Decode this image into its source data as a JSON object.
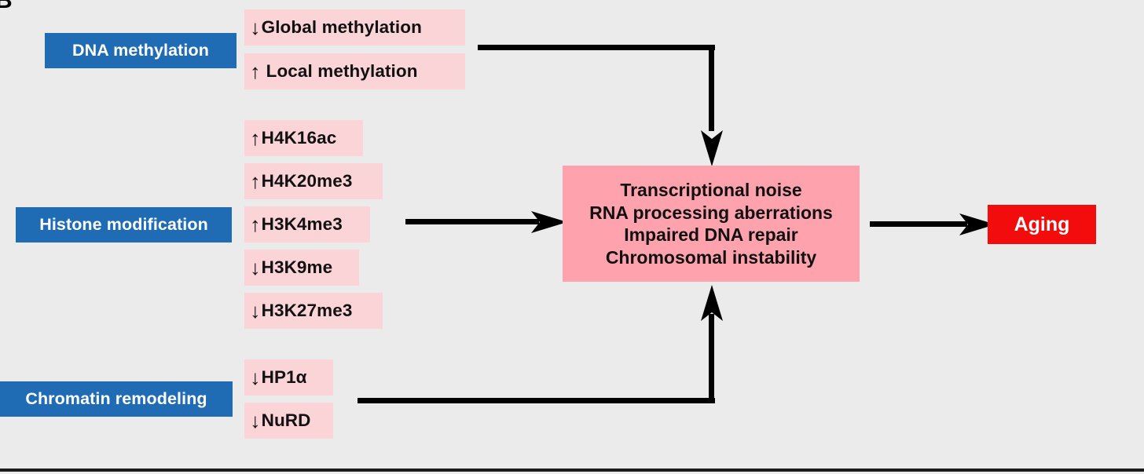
{
  "figure": {
    "panel_letter": "B",
    "background_color": "#ebebeb"
  },
  "colors": {
    "category_blue": "#1f6cb4",
    "chip_pink": "#fad4d7",
    "outcome_pink": "#fea3ad",
    "aging_red": "#f20c0c",
    "connector_black": "#000000",
    "text_dark": "#111111",
    "text_light": "#ffffff"
  },
  "categories": [
    {
      "label": "DNA methylation",
      "marks": [
        {
          "direction": "↓",
          "direction_name": "down-arrow",
          "text": "Global methylation"
        },
        {
          "direction": "↑",
          "direction_name": "up-arrow",
          "text": "Local methylation"
        }
      ]
    },
    {
      "label": "Histone modification",
      "marks": [
        {
          "direction": "↑",
          "direction_name": "up-arrow",
          "text": "H4K16ac"
        },
        {
          "direction": "↑",
          "direction_name": "up-arrow",
          "text": "H4K20me3"
        },
        {
          "direction": "↑",
          "direction_name": "up-arrow",
          "text": "H3K4me3"
        },
        {
          "direction": "↓",
          "direction_name": "down-arrow",
          "text": "H3K9me"
        },
        {
          "direction": "↓",
          "direction_name": "down-arrow",
          "text": "H3K27me3"
        }
      ]
    },
    {
      "label": "Chromatin remodeling",
      "marks": [
        {
          "direction": "↓",
          "direction_name": "down-arrow",
          "text": "HP1α"
        },
        {
          "direction": "↓",
          "direction_name": "down-arrow",
          "text": "NuRD"
        }
      ]
    }
  ],
  "outcome": {
    "lines": [
      "Transcriptional noise",
      "RNA processing aberrations",
      "Impaired DNA repair",
      "Chromosomal instability"
    ]
  },
  "endpoint": {
    "label": "Aging"
  }
}
